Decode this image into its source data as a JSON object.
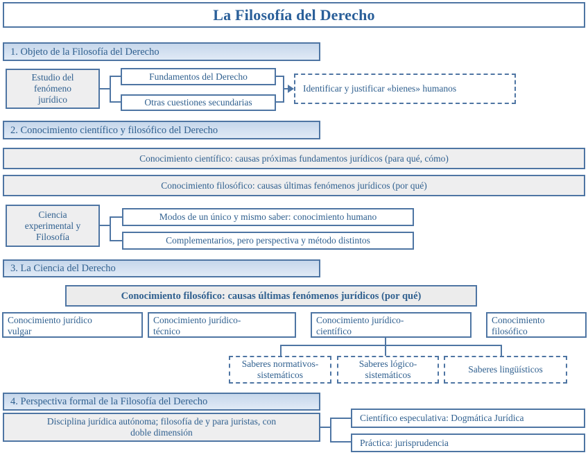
{
  "title": "La Filosofía del Derecho",
  "colors": {
    "accent_border": "#4e75a3",
    "text": "#30608f",
    "header_fill_top": "#c6d7eb",
    "header_fill_bottom": "#e0eaf6",
    "gray_fill": "#eeeeef"
  },
  "section1": {
    "header": "1. Objeto de la Filosofía del Derecho",
    "source": "Estudio del\nfenómeno\njurídico",
    "branch1": "Fundamentos del Derecho",
    "branch2": "Otras cuestiones secundarias",
    "result": "Identificar y justificar «bienes» humanos"
  },
  "section2": {
    "header": "2. Conocimiento científico y filosófico del Derecho",
    "row1": "Conocimiento científico: causas próximas fundamentos jurídicos (para qué, cómo)",
    "row2": "Conocimiento filosófico: causas últimas fenómenos jurídicos (por qué)",
    "source": "Ciencia\nexperimental y\nFilosofía",
    "branch1": "Modos de un único y mismo saber: conocimiento humano",
    "branch2": "Complementarios, pero perspectiva y método distintos"
  },
  "section3": {
    "header": "3. La Ciencia del Derecho",
    "highlight": "Conocimiento filosófico: causas últimas fenómenos jurídicos (por qué)",
    "types": [
      "Conocimiento jurídico\nvulgar",
      "Conocimiento jurídico-\ntécnico",
      "Conocimiento jurídico-\ncientífico",
      "Conocimiento\nfilosófico"
    ],
    "saberes": [
      "Saberes normativos-\nsistemáticos",
      "Saberes lógico-\nsistemáticos",
      "Saberes lingüísticos"
    ]
  },
  "section4": {
    "header": "4. Perspectiva formal de la Filosofía del Derecho",
    "source": "Disciplina jurídica autónoma; filosofía de y para juristas, con\ndoble dimensión",
    "branch1": "Científico especulativa: Dogmática Jurídica",
    "branch2": "Práctica: jurisprudencia"
  }
}
